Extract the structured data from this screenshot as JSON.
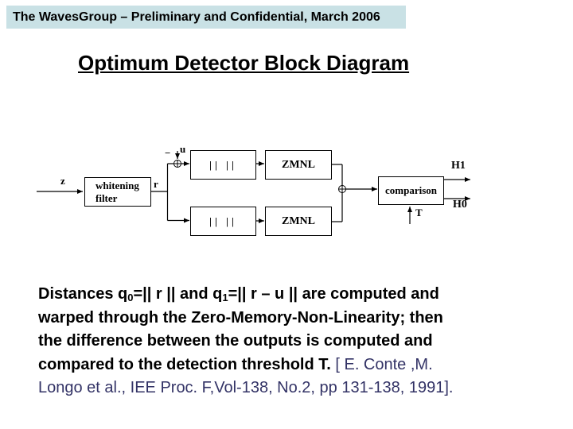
{
  "colors": {
    "header_bg": "#c9e1e5",
    "citation": "#333366"
  },
  "header": {
    "text": "The WavesGroup – Preliminary and Confidential, March 2006"
  },
  "title": "Optimum Detector Block Diagram",
  "diagram": {
    "input_label": "z",
    "r_label": "r",
    "u_label": "u",
    "minus_sign": "−",
    "whitening_filter_label": "whitening filter",
    "norm_label": "|| ||",
    "zmnl_label": "ZMNL",
    "comparison_label": "comparison",
    "h1_label": "H1",
    "h0_label": "H0",
    "t_label": "T"
  },
  "body": {
    "lines": [
      {
        "segments": [
          {
            "t": "Distances q"
          },
          {
            "t": "0"
          },
          {
            "t": "=|| r || and q"
          },
          {
            "t": "1"
          },
          {
            "t": "=|| r – u || are computed and"
          }
        ]
      },
      {
        "segments": [
          {
            "t": "warped through the Zero-Memory-Non-Linearity; then"
          }
        ]
      },
      {
        "segments": [
          {
            "t": "the difference between the outputs is computed and"
          }
        ]
      },
      {
        "segments": [
          {
            "t": "compared to the detection threshold T."
          },
          {
            "t": " [ E. Conte ,M."
          }
        ]
      },
      {
        "segments": [
          {
            "t": "Longo et al., IEE Proc. F,Vol-138, No.2, pp 131-138, 1991]."
          }
        ]
      }
    ]
  }
}
